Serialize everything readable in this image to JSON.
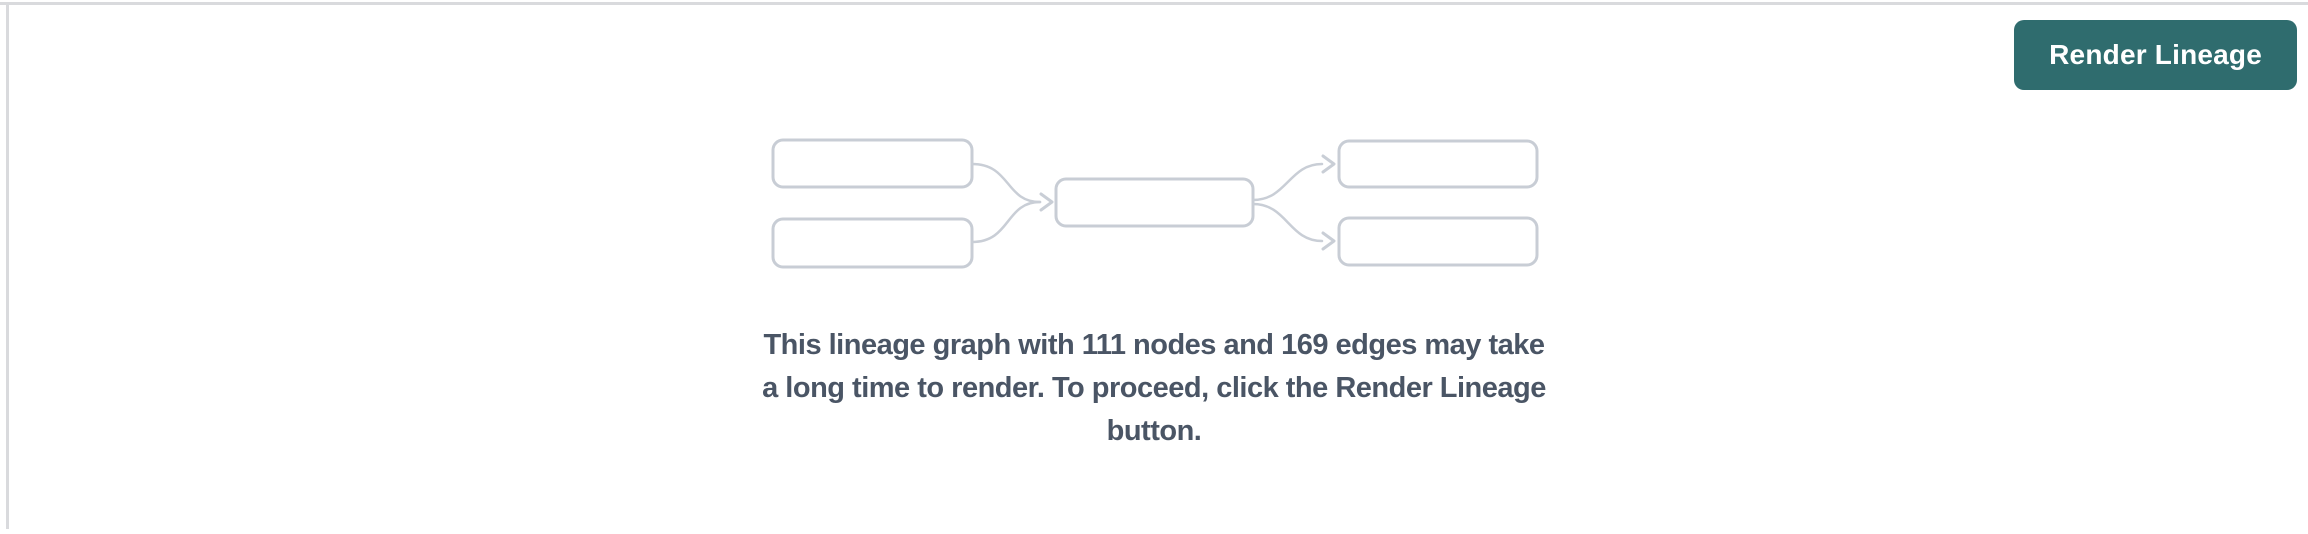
{
  "toolbar": {
    "render_button_label": "Render Lineage"
  },
  "empty_state": {
    "message": "This lineage graph with 111 nodes and 169 edges may take a long time to render. To proceed, click the Render Lineage button.",
    "message_lines": [
      "This lineage graph with 111 nodes and 169 edges may take",
      "a long time to render. To proceed, click the Render Lineage",
      "button."
    ],
    "node_count": "111",
    "edge_count": "169"
  },
  "diagram": {
    "placeholder_node_boxes": 5,
    "placeholder_edges": 4
  },
  "colors": {
    "background": "#ffffff",
    "divider": "#d9dadd",
    "button_background": "#2f6c6e",
    "button_text": "#ffffff",
    "placeholder_node_border": "#c8cdd5",
    "placeholder_edge": "#c9ced6",
    "message_text": "#4a5565"
  }
}
